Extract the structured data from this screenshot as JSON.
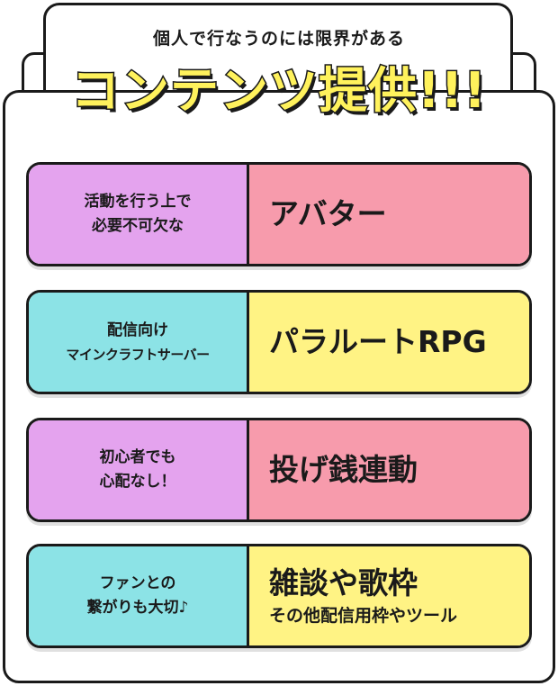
{
  "header": {
    "subtitle": "個人で行なうのには限界がある",
    "title": "コンテンツ提供!!!"
  },
  "colors": {
    "purple": "#e4a3ee",
    "pink": "#f79bac",
    "teal": "#8ce3e6",
    "yellow": "#fff384",
    "title_fill": "#fff25c",
    "outline": "#1a1a1a"
  },
  "cards": [
    {
      "left": [
        "活動を行う上で",
        "必要不可欠な"
      ],
      "right": "アバター",
      "right_sub": ""
    },
    {
      "left": [
        "配信向け",
        "マインクラフトサーバー"
      ],
      "right": "パラルートRPG",
      "right_sub": ""
    },
    {
      "left": [
        "初心者でも",
        "心配なし！"
      ],
      "right": "投げ銭連動",
      "right_sub": ""
    },
    {
      "left": [
        "ファンとの",
        "繋がりも大切♪"
      ],
      "right": "雑談や歌枠",
      "right_sub": "その他配信用枠やツール"
    }
  ]
}
